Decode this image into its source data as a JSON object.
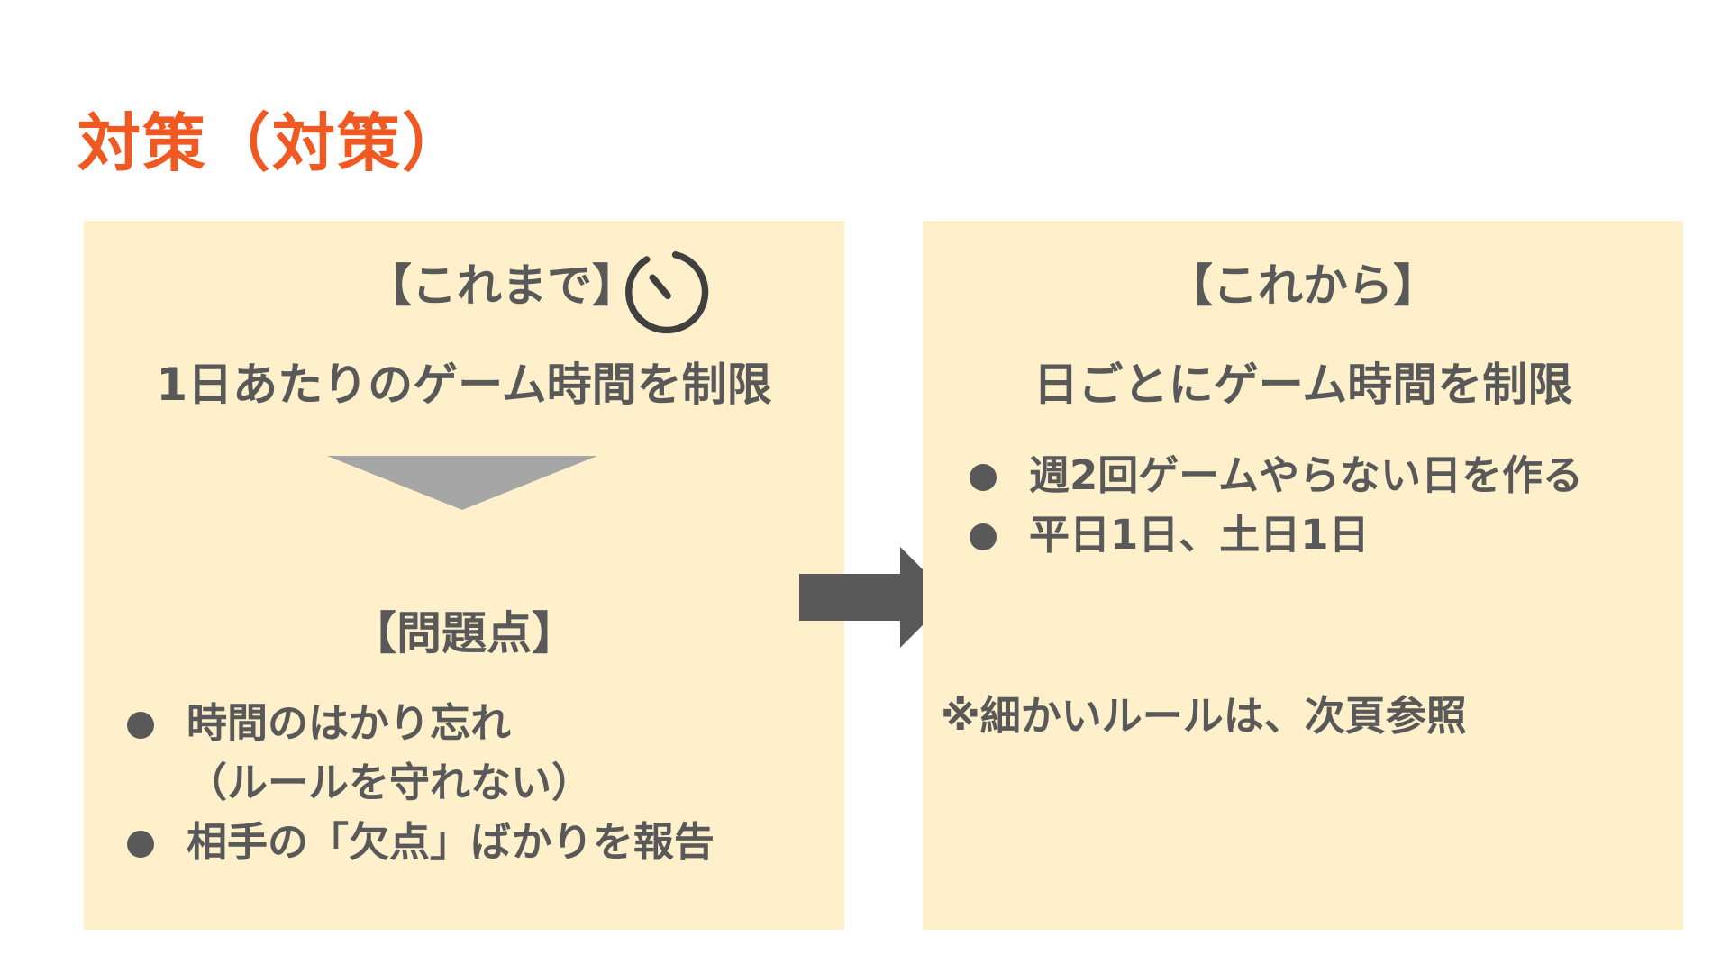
{
  "title": "対策（対策）",
  "left_panel": {
    "heading": "【これまで】",
    "subtitle": "1日あたりのゲーム時間を制限",
    "problem_heading": "【問題点】",
    "bullets": [
      {
        "line1": "時間のはかり忘れ",
        "line2": "（ルールを守れない）"
      },
      {
        "line1": "相手の「欠点」ばかりを報告"
      }
    ],
    "icons": [
      "timer-icon",
      "down-arrow-icon"
    ]
  },
  "right_panel": {
    "heading": "【これから】",
    "subtitle": "日ごとにゲーム時間を制限",
    "bullets": [
      "週2回ゲームやらない日を作る",
      "平日1日、土日1日"
    ],
    "note": "※細かいルールは、次頁参照"
  },
  "colors": {
    "title": "#f05a22",
    "panel_bg": "#fdf0cb",
    "text": "#595959",
    "down_arrow": "#a6a6a6",
    "right_arrow": "#595959"
  }
}
